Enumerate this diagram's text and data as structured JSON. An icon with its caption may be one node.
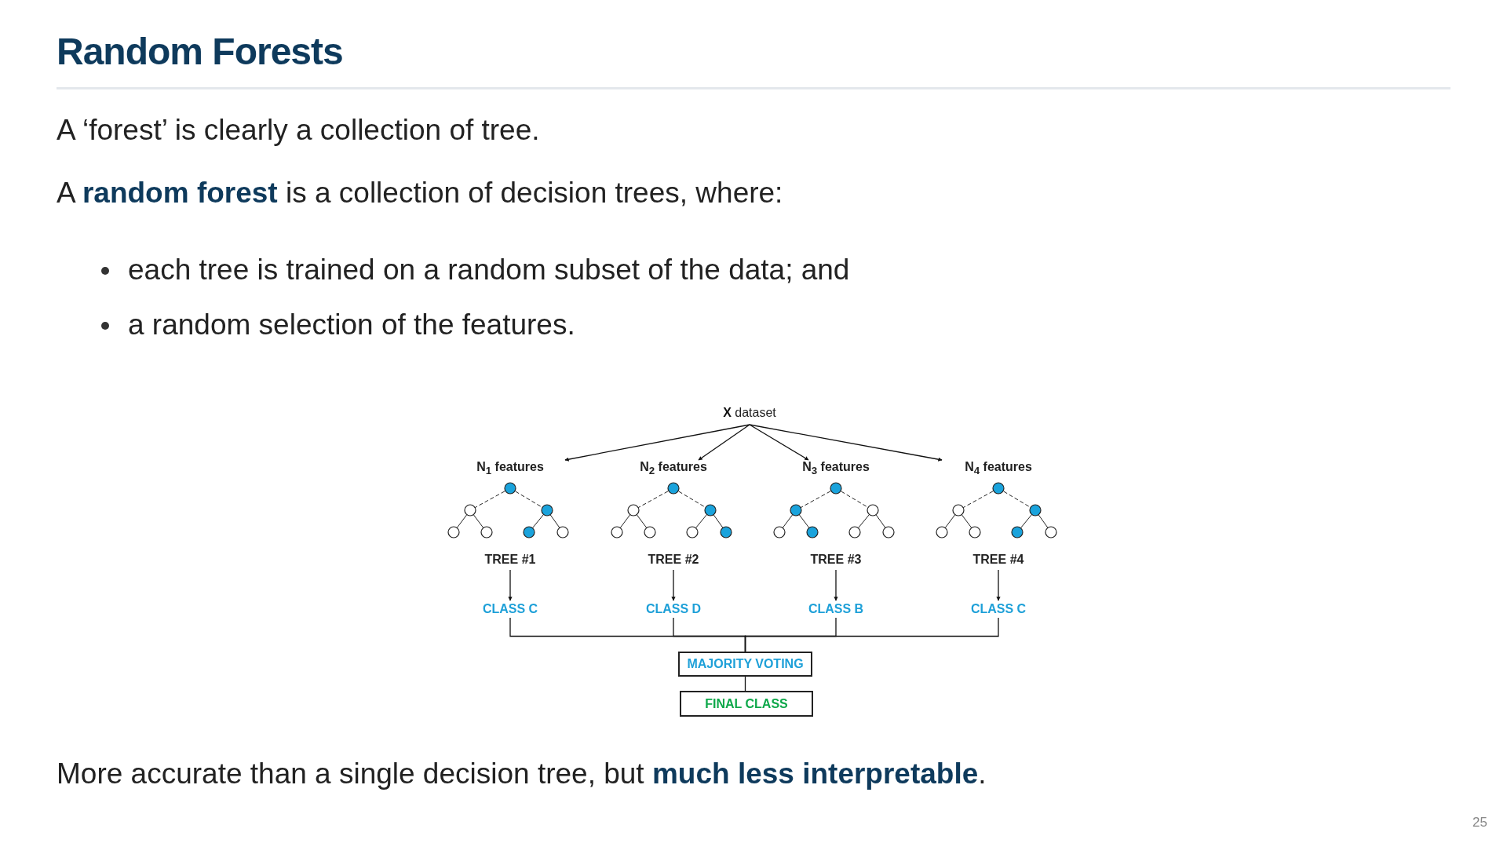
{
  "diagram": {
    "title": "Random Forests",
    "nodes": [
      {
        "text": [
          "**X** dataset"
        ]
      },
      {
        "text": [
          "N$_{1}$ features",
          "TREE #1"
        ]
      },
      {
        "text": [
          "N$_{2}$ features",
          "TREE #2"
        ]
      },
      {
        "text": [
          "N$_{3}$ features",
          "TREE #3"
        ]
      },
      {
        "text": [
          "N$_{4}$ features",
          "TREE #4"
        ]
      },
      {
        "text": [
          "CLASS C"
        ]
      },
      {
        "text": [
          "CLASS D"
        ]
      },
      {
        "text": [
          "CLASS B"
        ]
      },
      {
        "text": [
          "CLASS C"
        ]
      },
      {
        "text": [
          "MAJORITY VOTING"
        ]
      },
      {
        "text": [
          "FINAL CLASS"
        ]
      }
    ],
    "edges": [
      {
        "from": 0,
        "to": 1,
        "arrow": "to"
      },
      {
        "from": 0,
        "to": 2,
        "arrow": "to"
      },
      {
        "from": 0,
        "to": 3,
        "arrow": "to"
      },
      {
        "from": 0,
        "to": 4,
        "arrow": "to"
      },
      {
        "from": 1,
        "to": 5,
        "arrow": "to"
      },
      {
        "from": 2,
        "to": 6,
        "arrow": "to"
      },
      {
        "from": 3,
        "to": 7,
        "arrow": "to"
      },
      {
        "from": 4,
        "to": 8,
        "arrow": "to"
      },
      {
        "from": 5,
        "to": 9,
        "arrow": "none"
      },
      {
        "from": 6,
        "to": 9,
        "arrow": "none"
      },
      {
        "from": 7,
        "to": 9,
        "arrow": "none"
      },
      {
        "from": 8,
        "to": 9,
        "arrow": "none"
      },
      {
        "from": 9,
        "to": 10,
        "arrow": "none"
      }
    ],
    "labels": [
      "A ‘forest’ is clearly a collection of tree.",
      "A **random forest** is a collection of decision trees, where:",
      "each tree is trained on a random subset of the data; and",
      "a random selection of the features.",
      "More accurate than a single decision tree, but **much less interpretable**.",
      "25"
    ]
  }
}
